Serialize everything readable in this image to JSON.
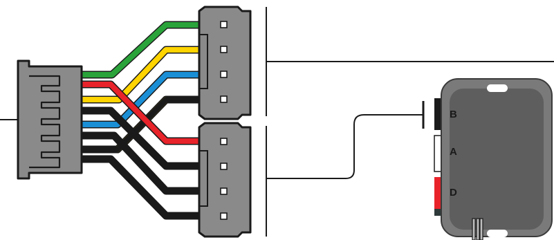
{
  "colors": {
    "green": "#2aa33a",
    "red": "#e8232a",
    "yellow": "#ffd400",
    "blue": "#1b8fd6",
    "black": "#1a1a1a",
    "connector_gray": "#8a8a8a",
    "module_gray": "#5e5e5e",
    "module_outer": "#7a7a7a"
  },
  "module": {
    "port_labels": [
      "B",
      "A",
      "D"
    ]
  },
  "icons": [
    "wire-harness-connector",
    "plug-connector",
    "control-module"
  ]
}
